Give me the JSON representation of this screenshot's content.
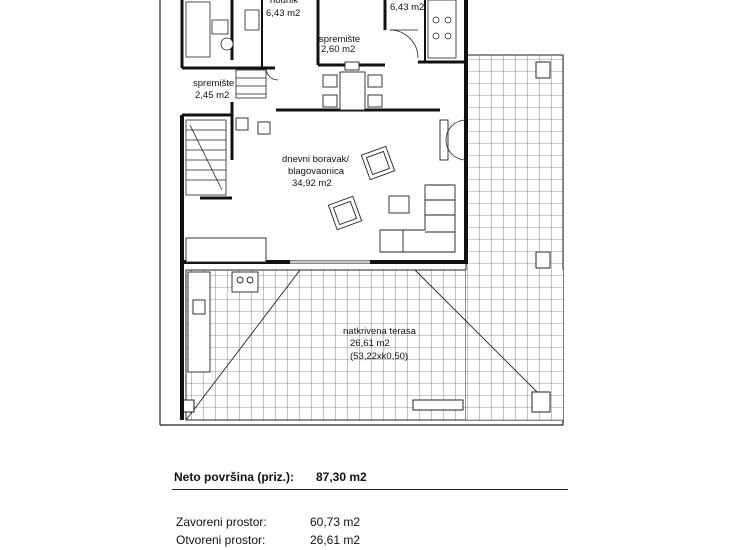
{
  "rooms": {
    "hodnik": {
      "name": "hodnik",
      "area": "6,43 m2"
    },
    "kuhinja": {
      "area": "6,43 m2"
    },
    "spremiste_top": {
      "name": "spremište",
      "area": "2,60 m2"
    },
    "spremiste_left": {
      "name": "spremište",
      "area": "2,45 m2"
    },
    "dnevni": {
      "name_line1": "dnevni boravak/",
      "name_line2": "blagovaonica",
      "area": "34,92 m2"
    },
    "terasa": {
      "name": "natkrivena terasa",
      "area": "26,61 m2",
      "calc": "(53,22xk0,50)"
    }
  },
  "summary": {
    "neto_label": "Neto površina (priz.):",
    "neto_value": "87,30 m2",
    "zatvoreni_label": "Zavoreni prostor:",
    "zatvoreni_value": "60,73 m2",
    "otvoreni_label": "Otvoreni prostor:",
    "otvoreni_value": "26,61 m2"
  }
}
